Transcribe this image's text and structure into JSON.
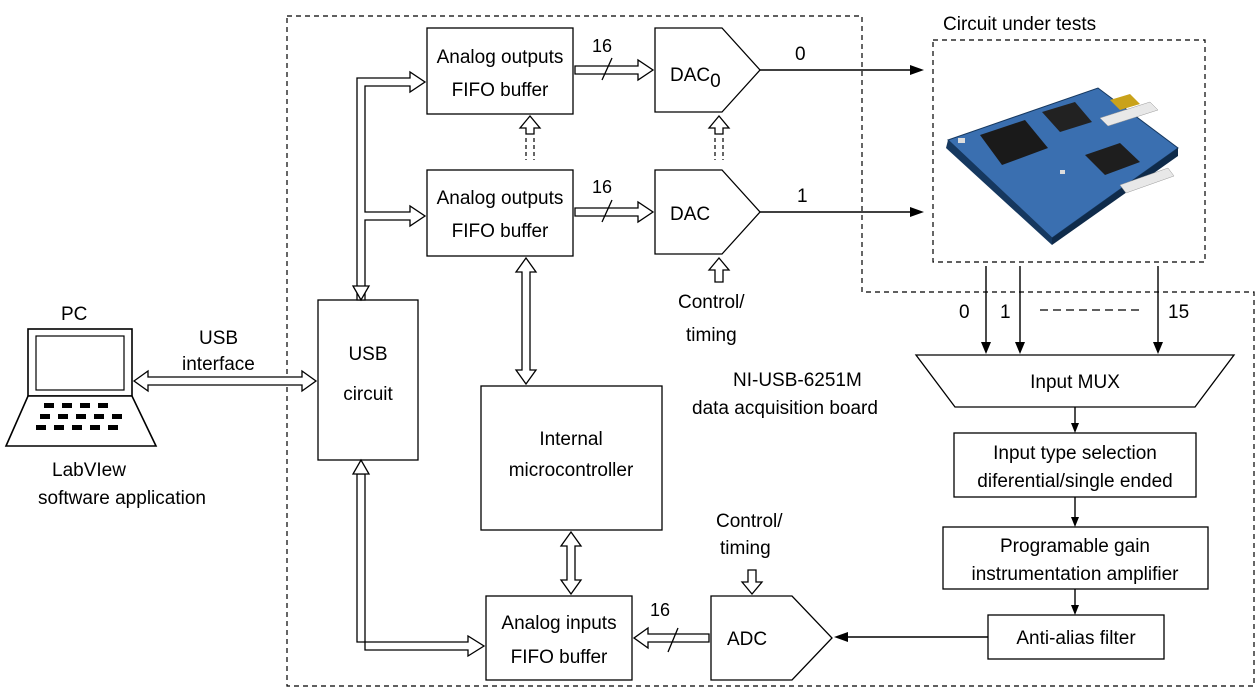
{
  "labels": {
    "circuit_under_tests": "Circuit under tests",
    "pc": "PC",
    "usb_interface_1": "USB",
    "usb_interface_2": "interface",
    "labview_1": "LabVIew",
    "labview_2": "software application",
    "board_1": "NI-USB-6251M",
    "board_2": "data acquisition board",
    "ctrl_top_1": "Control/",
    "ctrl_top_2": "timing",
    "ctrl_bot_1": "Control/",
    "ctrl_bot_2": "timing"
  },
  "blocks": {
    "ao_fifo_0": {
      "line1": "Analog outputs",
      "line2": "FIFO buffer"
    },
    "ao_fifo_1": {
      "line1": "Analog outputs",
      "line2": "FIFO buffer"
    },
    "dac0": {
      "label": "DAC",
      "subscript": "0"
    },
    "dac1": {
      "label": "DAC"
    },
    "usb_circuit": {
      "line1": "USB",
      "line2": "circuit"
    },
    "microcontroller": {
      "line1": "Internal",
      "line2": "microcontroller"
    },
    "ai_fifo": {
      "line1": "Analog inputs",
      "line2": "FIFO buffer"
    },
    "adc": {
      "label": "ADC"
    },
    "input_mux": {
      "label": "Input MUX"
    },
    "input_type": {
      "line1": "Input type selection",
      "line2": "diferential/single ended"
    },
    "pga": {
      "line1": "Programable gain",
      "line2": "instrumentation amplifier"
    },
    "anti_alias": {
      "label": "Anti-alias filter"
    }
  },
  "bus_widths": {
    "dac0": "16",
    "dac1": "16",
    "adc": "16"
  },
  "channels": {
    "out0": "0",
    "out1": "1",
    "in0": "0",
    "in1": "1",
    "in15": "15"
  },
  "colors": {
    "pcb": "#1e4e8c",
    "ink": "#000000"
  }
}
